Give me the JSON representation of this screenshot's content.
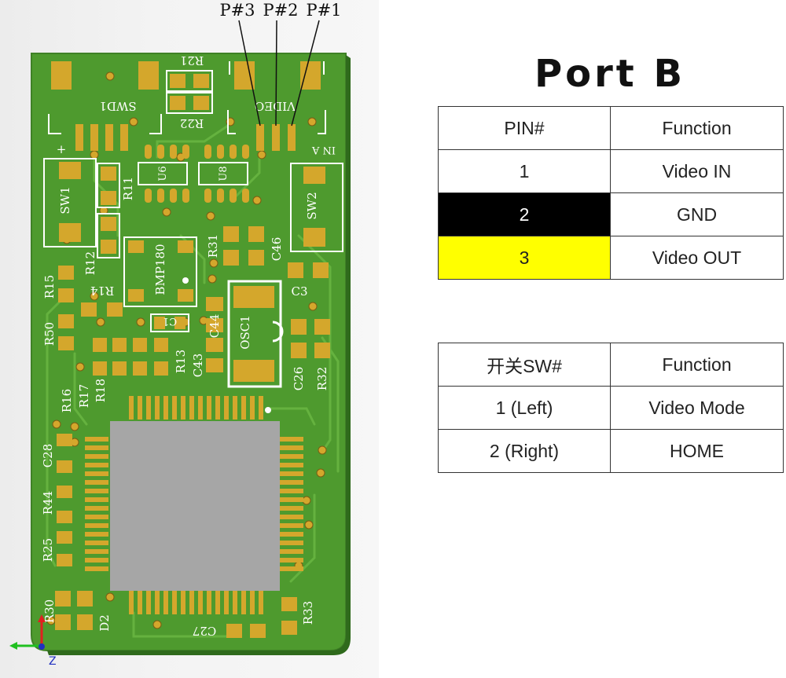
{
  "colors": {
    "board": "#4e9a2e",
    "pad": "#d4a72c",
    "chip": "#a6a6a6",
    "gnd_row": "#000000",
    "out_row": "#ffff00"
  },
  "probes": [
    "P#3",
    "P#2",
    "P#1"
  ],
  "silkscreen": {
    "r21": "R21",
    "r22": "R22",
    "swd1": "SWD1",
    "video": "VIDEO",
    "u6": "U6",
    "u8": "U8",
    "plus": "+",
    "in_a": "IN A",
    "sw1": "SW1",
    "sw2": "SW2",
    "r11": "R11",
    "r12": "R12",
    "r14": "R14",
    "r15": "R15",
    "r50": "R50",
    "bmp180": "BMP180",
    "r31": "R31",
    "c46": "C46",
    "c3": "C3",
    "c1": "C1",
    "c44": "C44",
    "osc1": "OSC1",
    "r13": "R13",
    "c43": "C43",
    "c26": "C26",
    "r32": "R32",
    "r16": "R16",
    "r17": "R17",
    "r18": "R18",
    "c28": "C28",
    "r44": "R44",
    "r25": "R25",
    "r30": "R30",
    "d2": "D2",
    "c27": "C27",
    "r33": "R33"
  },
  "axis": {
    "z": "Z"
  },
  "port": {
    "title": "Port B",
    "headers": [
      "PIN#",
      "Function"
    ],
    "rows": [
      {
        "pin": "1",
        "function": "Video IN"
      },
      {
        "pin": "2",
        "function": "GND"
      },
      {
        "pin": "3",
        "function": "Video OUT"
      }
    ]
  },
  "switch": {
    "headers": [
      "开关SW#",
      "Function"
    ],
    "rows": [
      {
        "sw": "1 (Left)",
        "function": "Video Mode"
      },
      {
        "sw": "2 (Right)",
        "function": "HOME"
      }
    ]
  }
}
